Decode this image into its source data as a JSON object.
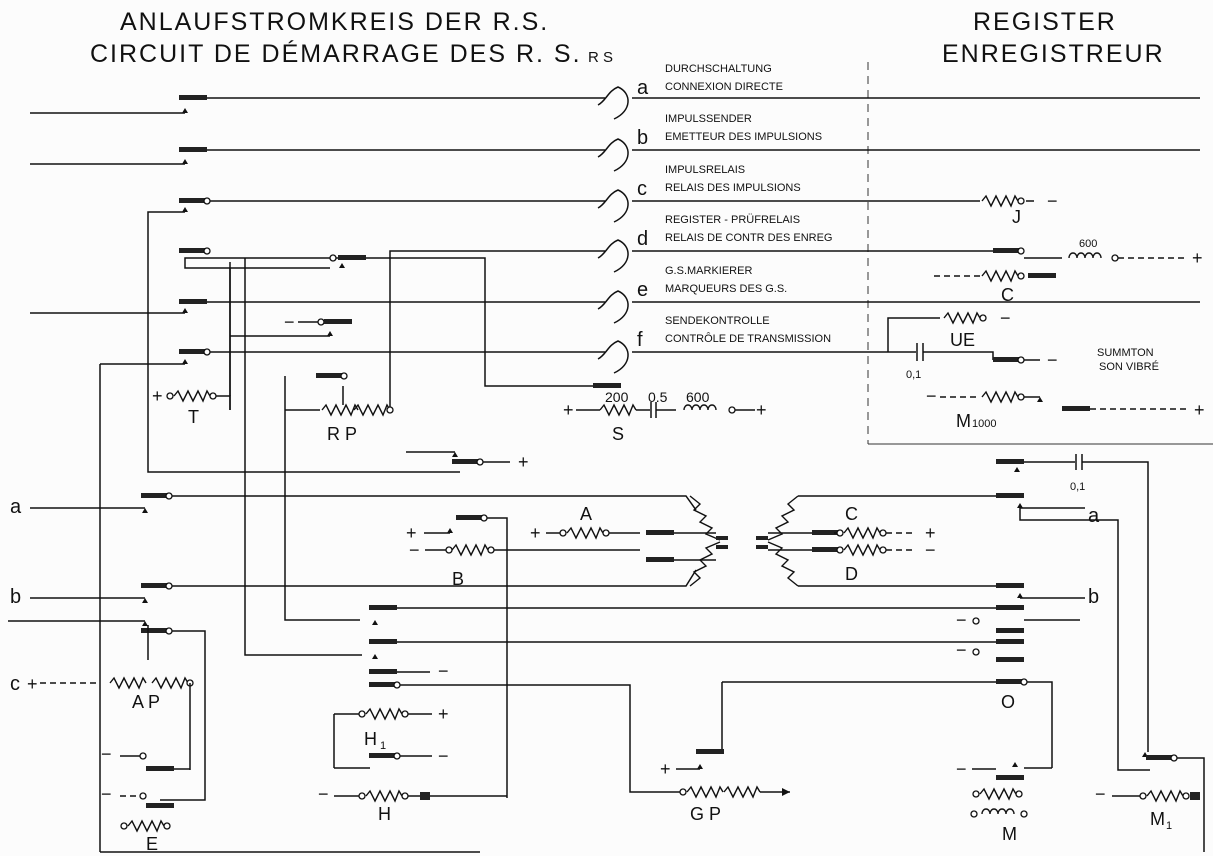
{
  "headers": {
    "left_de": "ANLAUFSTROMKREIS DER R.S.",
    "left_fr": "CIRCUIT DE DÉMARRAGE DES R. S.",
    "rs_label": "R S",
    "right_de": "REGISTER",
    "right_fr": "ENREGISTREUR"
  },
  "lines": [
    {
      "letter": "a",
      "de": "DURCHSCHALTUNG",
      "fr": "CONNEXION DIRECTE"
    },
    {
      "letter": "b",
      "de": "IMPULSSENDER",
      "fr": "EMETTEUR DES IMPULSIONS"
    },
    {
      "letter": "c",
      "de": "IMPULSRELAIS",
      "fr": "RELAIS DES IMPULSIONS"
    },
    {
      "letter": "d",
      "de": "REGISTER - PRÜFRELAIS",
      "fr": "RELAIS DE CONTR DES ENREG"
    },
    {
      "letter": "e",
      "de": "G.S.MARKIERER",
      "fr": "MARQUEURS DES G.S."
    },
    {
      "letter": "f",
      "de": "SENDEKONTROLLE",
      "fr": "CONTRÔLE DE TRANSMISSION"
    }
  ],
  "components": {
    "T": "T",
    "RP": "R P",
    "S": "S",
    "S_res": "200",
    "S_cap": "0.5",
    "S_coil": "600",
    "J": "J",
    "C_top": "C",
    "coil_600": "600",
    "UE": "UE",
    "cap_01_top": "0,1",
    "summton": "SUMMTON",
    "son_vibre": "SON VIBRÉ",
    "M1000": "M",
    "M1000_sub": "1000",
    "cap_01_mid": "0,1",
    "A": "A",
    "B": "B",
    "C_mid": "C",
    "D": "D",
    "AP": "A P",
    "H1": "H",
    "H1_sub": "1",
    "H": "H",
    "GP": "G P",
    "O": "O",
    "M": "M",
    "M1": "M",
    "M1_sub": "1",
    "E": "E"
  },
  "terminals": {
    "a_left": "a",
    "b_left": "b",
    "c_left": "c",
    "a_right": "a",
    "b_right": "b",
    "plus": "+",
    "minus": "−"
  }
}
